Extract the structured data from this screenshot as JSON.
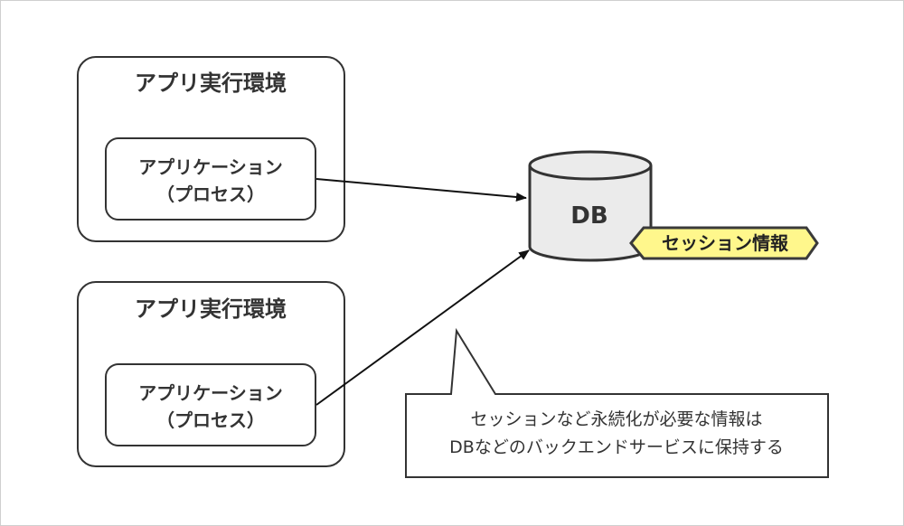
{
  "environments": [
    {
      "title": "アプリ実行環境",
      "process": {
        "line1": "アプリケーション",
        "line2": "（プロセス）"
      }
    },
    {
      "title": "アプリ実行環境",
      "process": {
        "line1": "アプリケーション",
        "line2": "（プロセス）"
      }
    }
  ],
  "database": {
    "label": "DB",
    "tag": "セッション情報"
  },
  "callout": {
    "line1": "セッションなど永続化が必要な情報は",
    "line2": "DBなどのバックエンドサービスに保持する"
  },
  "colors": {
    "stroke": "#333333",
    "db_fill": "#ebebeb",
    "tag_fill": "#fff78c",
    "tag_stroke": "#3a3a3a",
    "arrow": "#111111"
  }
}
